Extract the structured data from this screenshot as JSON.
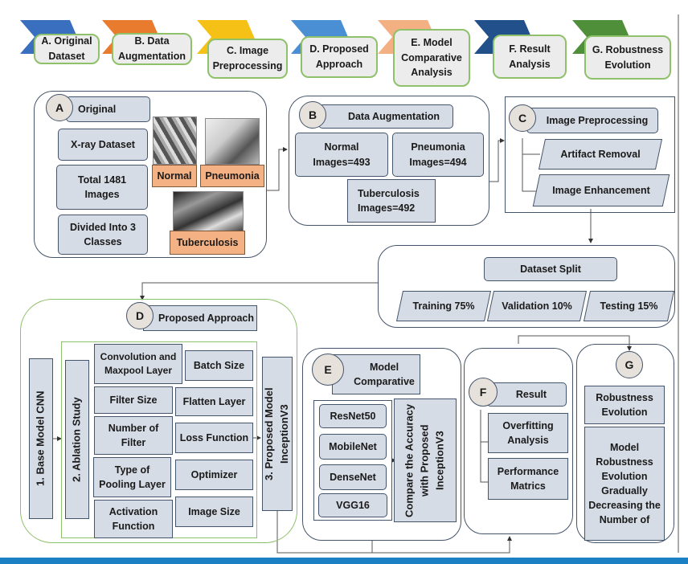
{
  "steps": [
    {
      "id": "A",
      "label": "A. Original Dataset",
      "color": "#3a6fbf"
    },
    {
      "id": "B",
      "label": "B. Data Augmentation",
      "color": "#e87b2e"
    },
    {
      "id": "C",
      "label": "C. Image Preprocessing",
      "color": "#f5c116"
    },
    {
      "id": "D",
      "label": "D. Proposed Approach",
      "color": "#4a8fd4"
    },
    {
      "id": "E",
      "label": "E. Model Comparative Analysis",
      "color": "#f3b083"
    },
    {
      "id": "F",
      "label": "F. Result Analysis",
      "color": "#22508a"
    },
    {
      "id": "G",
      "label": "G. Robustness Evolution",
      "color": "#4f8f3a"
    }
  ],
  "sectionA": {
    "badge": "A",
    "title": "Original",
    "items": [
      "X-ray Dataset",
      "Total 1481 Images",
      "Divided Into 3 Classes"
    ],
    "image_labels": [
      "Normal",
      "Pneumonia",
      "Tuberculosis"
    ]
  },
  "sectionB": {
    "badge": "B",
    "title": "Data Augmentation",
    "items": [
      "Normal Images=493",
      "Pneumonia Images=494",
      "Tuberculosis Images=492"
    ]
  },
  "sectionC": {
    "badge": "C",
    "title": "Image Preprocessing",
    "items": [
      "Artifact Removal",
      "Image Enhancement"
    ]
  },
  "split": {
    "title": "Dataset Split",
    "items": [
      "Training 75%",
      "Validation 10%",
      "Testing 15%"
    ]
  },
  "sectionD": {
    "badge": "D",
    "title": "Proposed Approach",
    "base": "1.  Base Model CNN",
    "ablation": "2. Ablation Study",
    "proposed": "3. Proposed Model InceptionV3",
    "left_params": [
      "Convolution and Maxpool Layer",
      "Filter Size",
      "Number of Filter",
      "Type of Pooling Layer",
      "Activation Function"
    ],
    "right_params": [
      "Batch Size",
      "Flatten Layer",
      "Loss Function",
      "Optimizer",
      "Image Size"
    ]
  },
  "sectionE": {
    "badge": "E",
    "title": "Model Comparative",
    "models": [
      "ResNet50",
      "MobileNet",
      "DenseNet",
      "VGG16"
    ],
    "compare": "Compare the Accuracy with Proposed InceptionV3"
  },
  "sectionF": {
    "badge": "F",
    "title": "Result",
    "items": [
      "Overfitting Analysis",
      "Performance Matrics"
    ]
  },
  "sectionG": {
    "badge": "G",
    "title": "Robustness Evolution",
    "description": "Model Robustness Evolution Gradually Decreasing the Number of"
  }
}
